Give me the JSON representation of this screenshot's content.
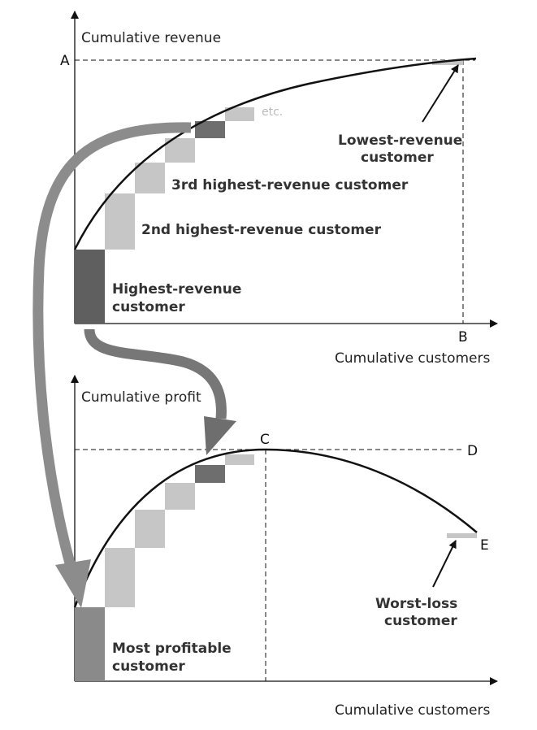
{
  "top": {
    "y_label": "Cumulative revenue",
    "x_label": "Cumulative customers",
    "point_a": "A",
    "point_b": "B",
    "etc_label": "etc.",
    "highest_label": [
      "Highest-revenue",
      "customer"
    ],
    "second_label": "2nd highest-revenue customer",
    "third_label": "3rd highest-revenue customer",
    "lowest_label": [
      "Lowest-revenue",
      "customer"
    ]
  },
  "bottom": {
    "y_label": "Cumulative profit",
    "x_label": "Cumulative customers",
    "point_c": "C",
    "point_d": "D",
    "point_e": "E",
    "most_label": [
      "Most profitable",
      "customer"
    ],
    "worst_label": [
      "Worst-loss",
      "customer"
    ]
  },
  "colors": {
    "dark": "#666666",
    "light": "#c6c6c6",
    "arrow": "#8c8c8c"
  }
}
